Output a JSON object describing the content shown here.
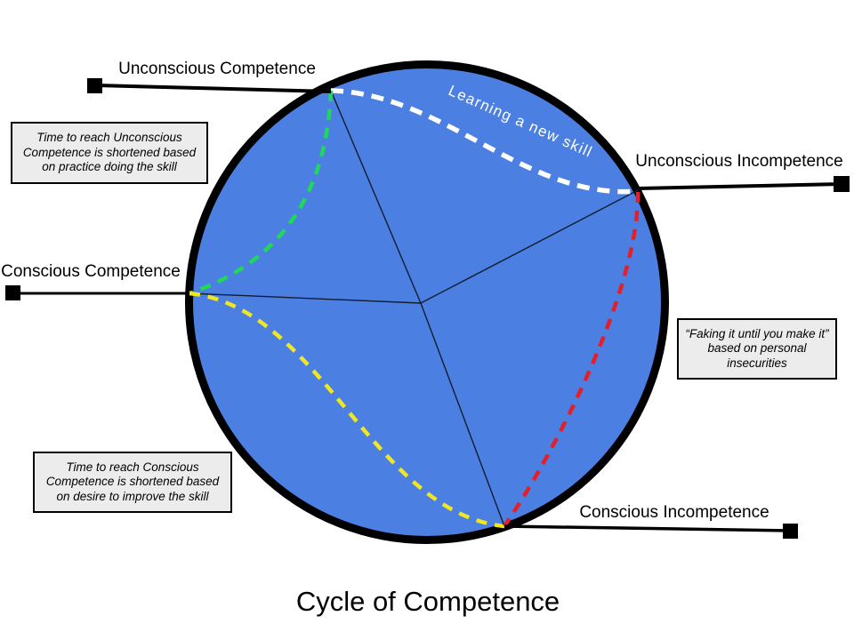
{
  "title": "Cycle of Competence",
  "diagram": {
    "curve_label": "Learning a new skill",
    "stages": [
      {
        "label": "Unconscious Competence"
      },
      {
        "label": "Unconscious Incompetence"
      },
      {
        "label": "Conscious Competence"
      },
      {
        "label": "Conscious Incompetence"
      }
    ],
    "notes": [
      {
        "text": "Time to reach Unconscious\nCompetence is shortened based\non practice doing the skill"
      },
      {
        "text": "“Faking it until you make it”\nbased on personal\ninsecurities"
      },
      {
        "text": "Time to reach Conscious\nCompetence is shortened based\non desire to improve the skill"
      }
    ],
    "colors": {
      "circle_fill": "#4b80e2",
      "circle_stroke": "#000000",
      "learning_curve": "#ffffff",
      "practice_curve": "#1fd75a",
      "desire_curve": "#f0e623",
      "faking_curve": "#e41f27"
    }
  }
}
